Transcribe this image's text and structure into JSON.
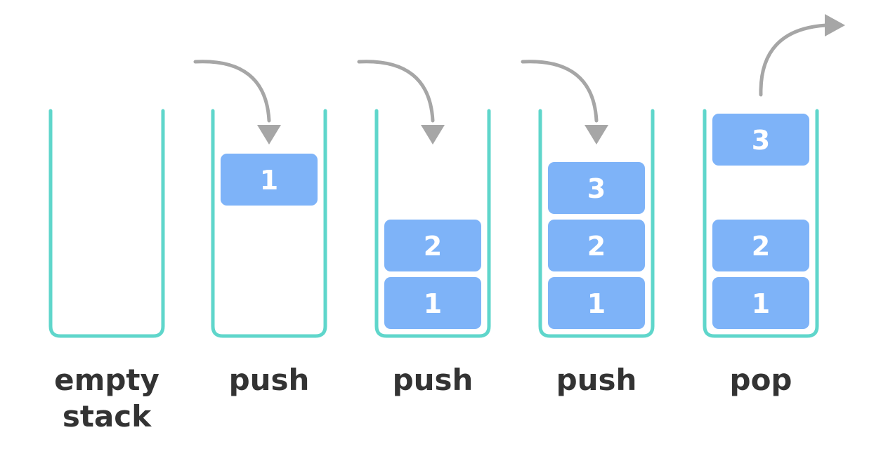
{
  "colors": {
    "container": "#5fd6cb",
    "item": "#7eb3f8",
    "item_text": "#ffffff",
    "arrow": "#a6a6a6",
    "caption": "#333333"
  },
  "stages": [
    {
      "caption": [
        "empty",
        "stack"
      ],
      "operation": "none",
      "items": []
    },
    {
      "caption": [
        "push"
      ],
      "operation": "push",
      "items": [
        {
          "label": "1",
          "state": "incoming"
        }
      ]
    },
    {
      "caption": [
        "push"
      ],
      "operation": "push",
      "items": [
        {
          "label": "1",
          "state": "stacked"
        },
        {
          "label": "2",
          "state": "stacked"
        }
      ]
    },
    {
      "caption": [
        "push"
      ],
      "operation": "push",
      "items": [
        {
          "label": "1",
          "state": "stacked"
        },
        {
          "label": "2",
          "state": "stacked"
        },
        {
          "label": "3",
          "state": "stacked"
        }
      ]
    },
    {
      "caption": [
        "pop"
      ],
      "operation": "pop",
      "items": [
        {
          "label": "1",
          "state": "stacked"
        },
        {
          "label": "2",
          "state": "stacked"
        },
        {
          "label": "3",
          "state": "outgoing"
        }
      ]
    }
  ]
}
